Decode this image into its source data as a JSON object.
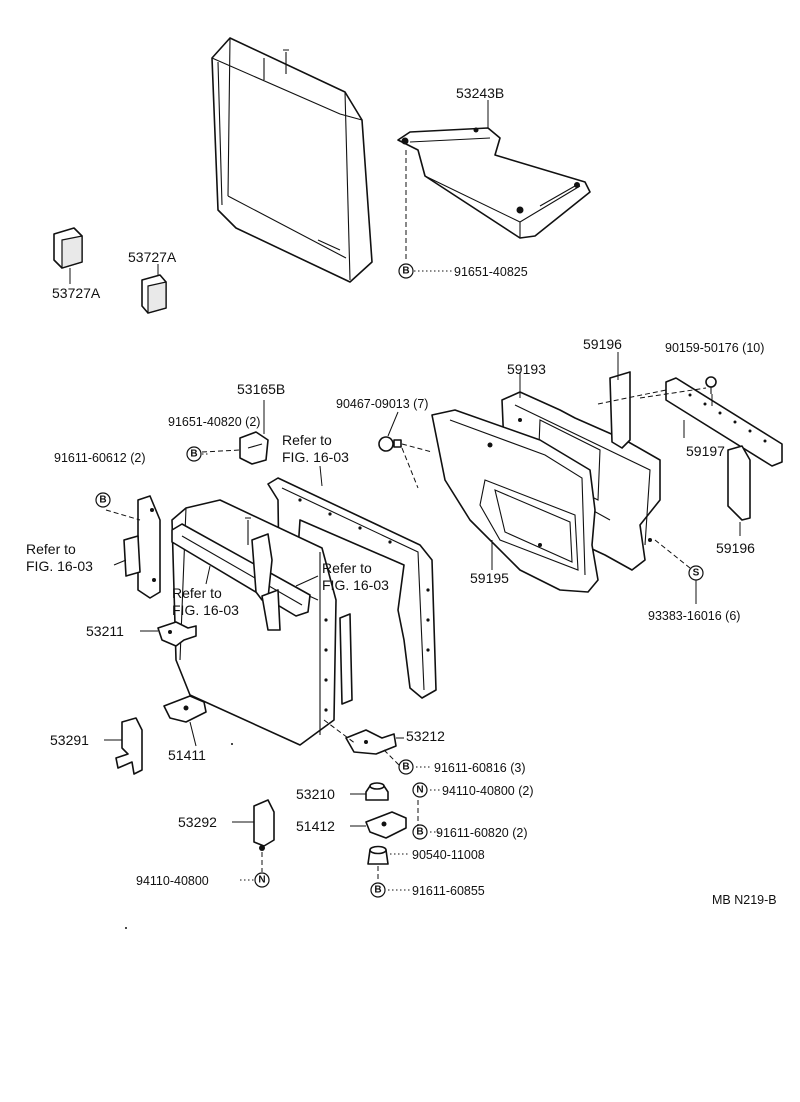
{
  "labels": {
    "p53243B": "53243B",
    "p53727A_a": "53727A",
    "p53727A_b": "53727A",
    "p91651_40825": "91651-40825",
    "p59196_a": "59196",
    "p90159_50176": "90159-50176 (10)",
    "p59193": "59193",
    "p53165B": "53165B",
    "p90467_09013": "90467-09013 (7)",
    "p91651_40820": "91651-40820 (2)",
    "p91611_60612": "91611-60612 (2)",
    "p59197": "59197",
    "p59196_b": "59196",
    "p59195": "59195",
    "p93383_16016": "93383-16016 (6)",
    "p53211": "53211",
    "p53291": "53291",
    "p51411": "51411",
    "p53212": "53212",
    "p91611_60816": "91611-60816 (3)",
    "p53210": "53210",
    "p94110_40800_2": "94110-40800 (2)",
    "p53292": "53292",
    "p51412": "51412",
    "p91611_60820": "91611-60820 (2)",
    "p90540_11008": "90540-11008",
    "p94110_40800": "94110-40800",
    "p91611_60855": "91611-60855",
    "diagram_code": "MB N219-B"
  },
  "refs": {
    "refer_to": "Refer to",
    "fig": "FIG. 16-03"
  },
  "symbols": {
    "bolt": "B",
    "nut": "N",
    "screw": "S"
  }
}
